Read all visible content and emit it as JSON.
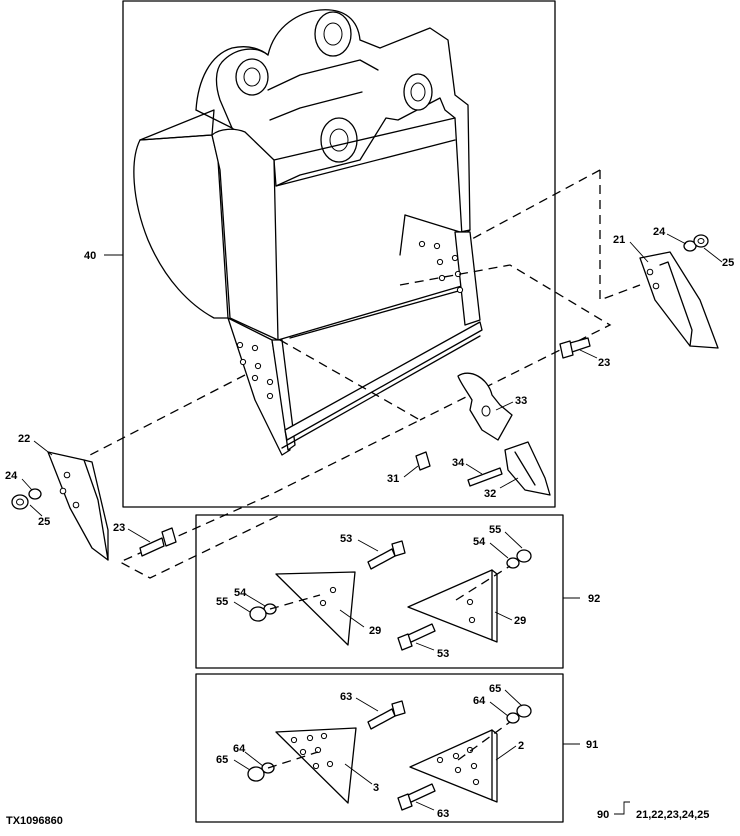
{
  "figure_id": "TX1096860",
  "callouts": [
    {
      "id": "c40",
      "text": "40"
    },
    {
      "id": "c21",
      "text": "21"
    },
    {
      "id": "c24r",
      "text": "24"
    },
    {
      "id": "c25r",
      "text": "25"
    },
    {
      "id": "c23r",
      "text": "23"
    },
    {
      "id": "c33",
      "text": "33"
    },
    {
      "id": "c34",
      "text": "34"
    },
    {
      "id": "c31",
      "text": "31"
    },
    {
      "id": "c32",
      "text": "32"
    },
    {
      "id": "c22",
      "text": "22"
    },
    {
      "id": "c24l",
      "text": "24"
    },
    {
      "id": "c25l",
      "text": "25"
    },
    {
      "id": "c23l",
      "text": "23"
    },
    {
      "id": "c53a",
      "text": "53"
    },
    {
      "id": "c55a",
      "text": "55"
    },
    {
      "id": "c54a",
      "text": "54"
    },
    {
      "id": "c29a",
      "text": "29"
    },
    {
      "id": "c55b",
      "text": "55"
    },
    {
      "id": "c54b",
      "text": "54"
    },
    {
      "id": "c29b",
      "text": "29"
    },
    {
      "id": "c53b",
      "text": "53"
    },
    {
      "id": "c92",
      "text": "92"
    },
    {
      "id": "c63a",
      "text": "63"
    },
    {
      "id": "c64a",
      "text": "64"
    },
    {
      "id": "c65a",
      "text": "65"
    },
    {
      "id": "c3",
      "text": "3"
    },
    {
      "id": "c65b",
      "text": "65"
    },
    {
      "id": "c64b",
      "text": "64"
    },
    {
      "id": "c2",
      "text": "2"
    },
    {
      "id": "c63b",
      "text": "63"
    },
    {
      "id": "c91",
      "text": "91"
    }
  ],
  "group_note": {
    "item": "90",
    "members": "21,22,23,24,25",
    "bracket_symbol": "—["
  }
}
